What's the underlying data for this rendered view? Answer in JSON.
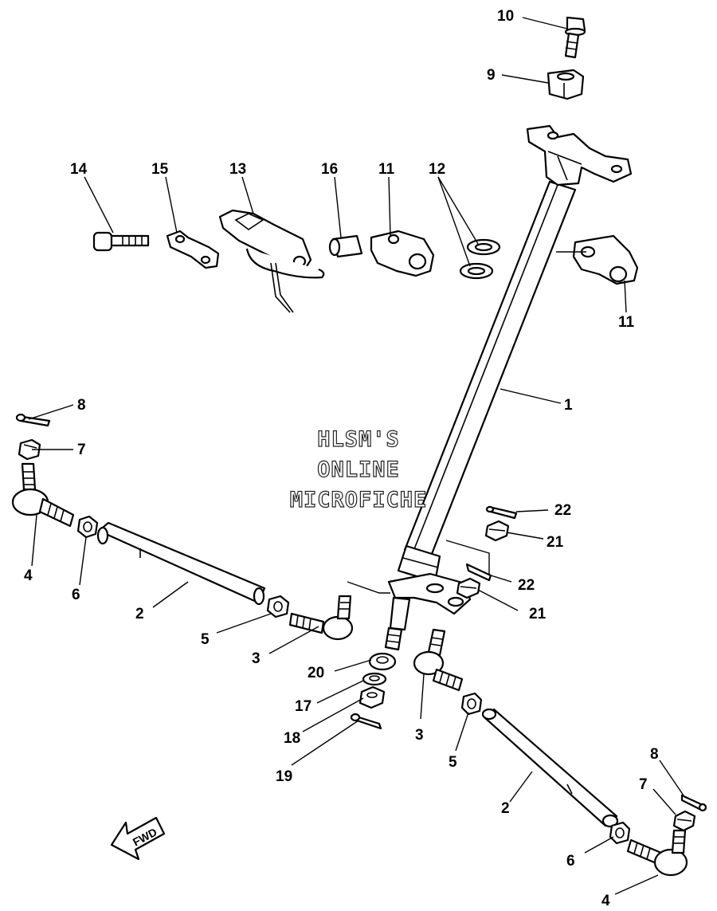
{
  "watermark": {
    "line1": "HLSM'S",
    "line2": "ONLINE",
    "line3": "MICROFICHE"
  },
  "direction_label": "FWD",
  "callouts": {
    "c1": "1",
    "c2a": "2",
    "c2b": "2",
    "c3a": "3",
    "c3b": "3",
    "c4a": "4",
    "c4b": "4",
    "c5a": "5",
    "c5b": "5",
    "c6a": "6",
    "c6b": "6",
    "c7a": "7",
    "c7b": "7",
    "c8a": "8",
    "c8b": "8",
    "c9": "9",
    "c10": "10",
    "c11a": "11",
    "c11b": "11",
    "c12": "12",
    "c13": "13",
    "c14": "14",
    "c15": "15",
    "c16": "16",
    "c17": "17",
    "c18": "18",
    "c19": "19",
    "c20": "20",
    "c21a": "21",
    "c21b": "21",
    "c22a": "22",
    "c22b": "22"
  }
}
